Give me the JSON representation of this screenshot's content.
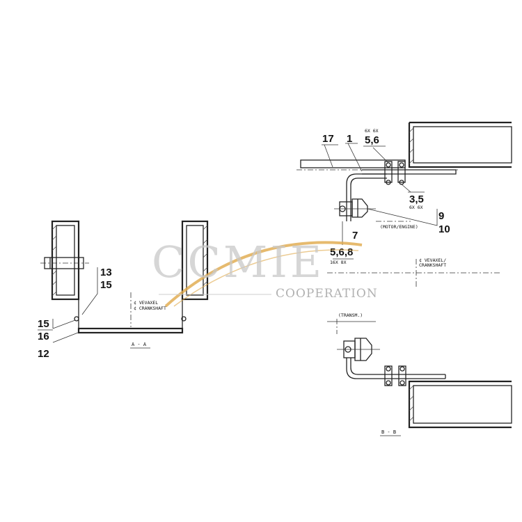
{
  "watermark": {
    "logo_text": "CCMIE",
    "subtitle": "COOPERATION"
  },
  "section_aa": {
    "title": "A - A",
    "centerline_label_1": "¢ VEVAXEL",
    "centerline_label_2": "¢ CRANKSHAFT",
    "callouts": {
      "c13": "13",
      "c15_top": "15",
      "c15_bottom": "15",
      "c16": "16",
      "c12": "12"
    }
  },
  "section_bb": {
    "title": "B - B",
    "callouts": {
      "c17": "17",
      "c1": "1",
      "c56": "5,6",
      "c56_qty": "6X  6X",
      "c35": "3,5",
      "c35_qty": "6X  6X",
      "c9": "9",
      "c10": "10",
      "c7": "7",
      "c568": "5,6,8",
      "c568_qty": "16X 8X"
    },
    "motor_label": "(MOTOR/ENGINE)",
    "transm_label": "(TRANSM.)",
    "centerline_label_1": "¢ VEVAXEL/",
    "centerline_label_2": "CRANKSHAFT"
  },
  "colors": {
    "line": "#222222",
    "watermark_swoosh": "#e0a94a",
    "watermark_text": "#c9c9c9"
  }
}
